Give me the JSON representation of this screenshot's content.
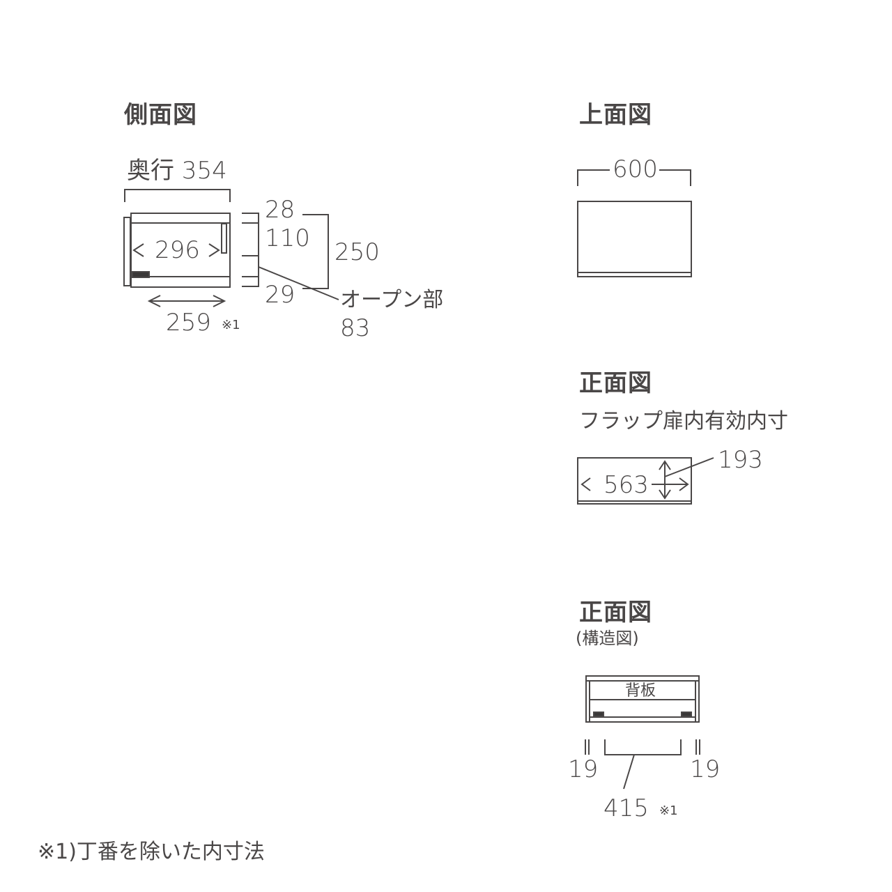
{
  "side_view": {
    "title": "側面図",
    "depth_label": "奥行 354",
    "inner_depth": "296",
    "inner_width": "259",
    "inner_width_note": "※1",
    "top_dim": "28",
    "open_dim": "110",
    "bottom_dim": "29",
    "total_height": "250",
    "open_label": "オープン部",
    "open_value": "83"
  },
  "top_view": {
    "title": "上面図",
    "width": "600"
  },
  "front_view": {
    "title": "正面図",
    "subtitle": "フラップ扉内有効内寸",
    "inner_width": "563",
    "inner_height": "193"
  },
  "front_structure": {
    "title": "正面図",
    "subtitle": "(構造図)",
    "back_panel_label": "背板",
    "left_side": "19",
    "right_side": "19",
    "inner_width": "415",
    "inner_width_note": "※1"
  },
  "footnote": "※1)丁番を除いた内寸法",
  "colors": {
    "line": "#4a4747",
    "fill_dark": "#3a3838"
  }
}
